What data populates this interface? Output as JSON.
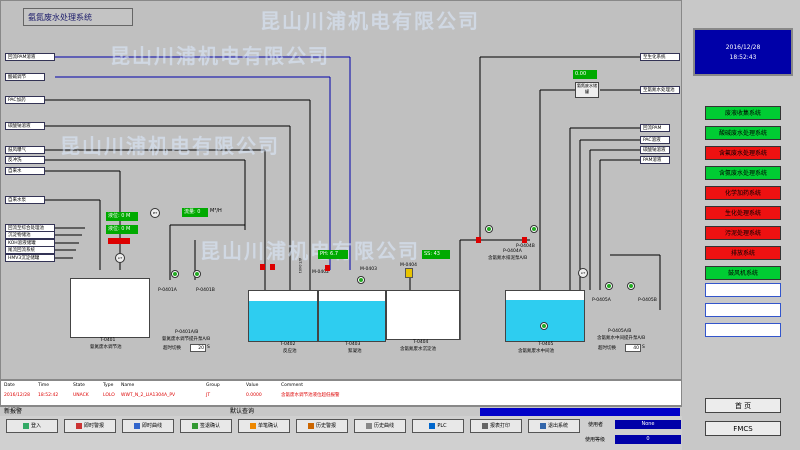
{
  "header": {
    "title": "氨氮废水处理系统"
  },
  "watermark": "昆山川浦机电有限公司",
  "clock": {
    "date": "2016/12/28",
    "time": "18:52:43"
  },
  "left_tags": [
    "回流PAM溶液",
    "酸碱调节",
    "PAC加药",
    "碳酸钠溶液",
    "鼓风曝气",
    "反冲洗",
    "自来水",
    "自来水泵"
  ],
  "left_tags2": [
    "回流至综合处理池",
    "沉淀物储池",
    "KOH溶液储罐",
    "尾流回流系统",
    "HMV3沉淀储罐"
  ],
  "right_tags": [
    "至生化系统",
    "至氨氮水处理池",
    "回流PAM",
    "PAC溶液",
    "碳酸钠溶液",
    "PAM溶液"
  ],
  "readouts": {
    "level1": "液位: 0 M",
    "level2": "液位: 0 M",
    "flow": "流量: 0",
    "flow_unit": "M³/H",
    "ph": "PH: 6.7",
    "ss": "SS: 43",
    "top": "0.00"
  },
  "inputs": {
    "freq1": "20",
    "freq2": "40"
  },
  "units": {
    "s1": "S",
    "s2": "S"
  },
  "labels": {
    "lt": "LIT",
    "pit": "PIT",
    "ait": "AIT-0401",
    "m0402": "M-0402",
    "m0403": "M-0403",
    "m0404": "M-0404",
    "p0401a": "P-0401A",
    "p0401b": "P-0401B",
    "p0401ab": "P-0401A/B",
    "p0401ab_label": "氨氮废水调节提升泵A/B",
    "t0401": "T-0401",
    "t0401_label": "氨氮废水调节池",
    "t0402": "T-0402",
    "t0402_label": "反应池",
    "t0403": "T-0403",
    "t0403_label": "絮凝池",
    "t0404": "T-0404",
    "t0404_label": "含氨氮废水沉淀池",
    "t0405": "T-0405",
    "t0405_label": "含氨氮废水中间池",
    "p0404a": "P-0404A",
    "p0404b": "P-0404B",
    "p0404_label": "含氨氮水排泥泵A/B",
    "p0405a": "P-0405A",
    "p0405b": "P-0405B",
    "p0405ab": "P-0405A/B",
    "p0405_label": "含氨氮水中间提升泵A/B",
    "switch1": "超时切换",
    "switch2": "超时切换",
    "top_tank": "氨氮废水储罐"
  },
  "systems": [
    {
      "label": "废液收集系统",
      "color": "green"
    },
    {
      "label": "酸碱废水处理系统",
      "color": "green"
    },
    {
      "label": "含氟废水处理系统",
      "color": "red"
    },
    {
      "label": "含氨废水处理系统",
      "color": "green"
    },
    {
      "label": "化学加药系统",
      "color": "red"
    },
    {
      "label": "生化处理系统",
      "color": "red"
    },
    {
      "label": "污泥处理系统",
      "color": "red"
    },
    {
      "label": "排放系统",
      "color": "red"
    },
    {
      "label": "鼓风机系统",
      "color": "green"
    }
  ],
  "nav": {
    "home": "首 页",
    "fmcs": "FMCS"
  },
  "alarm": {
    "headers": [
      "Date",
      "Time",
      "State",
      "Type",
      "Name",
      "Group",
      "Value",
      "Comment"
    ],
    "row": [
      "2016/12/28",
      "18:52:42",
      "UNACK",
      "LOLO",
      "WWT_N_2_LIA1304A_PV",
      "JT",
      "0.0000",
      "含氨废水调节池液位超低报警"
    ]
  },
  "status": {
    "left": "新报警",
    "right": "默认查询"
  },
  "toolbar": [
    "登入",
    "即时警报",
    "即时曲线",
    "签退确认",
    "单笔确认",
    "历史警报",
    "历史曲线",
    "PLC",
    "报表打印",
    "退出系统"
  ],
  "user": {
    "label1": "使用者",
    "value1": "None",
    "label2": "使用等级",
    "value2": "0"
  },
  "colors": {
    "accent": "#0000a8",
    "ok": "#00cc33",
    "alarm": "#ee1111",
    "water": "#2ecdf0"
  }
}
